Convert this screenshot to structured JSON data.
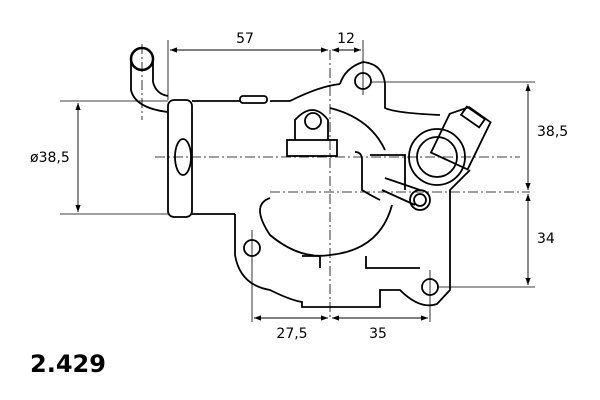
{
  "dimensions": {
    "top_left": "57",
    "top_right": "12",
    "left_diameter": "ø38,5",
    "right_upper": "38,5",
    "right_lower": "34",
    "bottom_left": "27,5",
    "bottom_right": "35"
  },
  "part_number": "2.429"
}
